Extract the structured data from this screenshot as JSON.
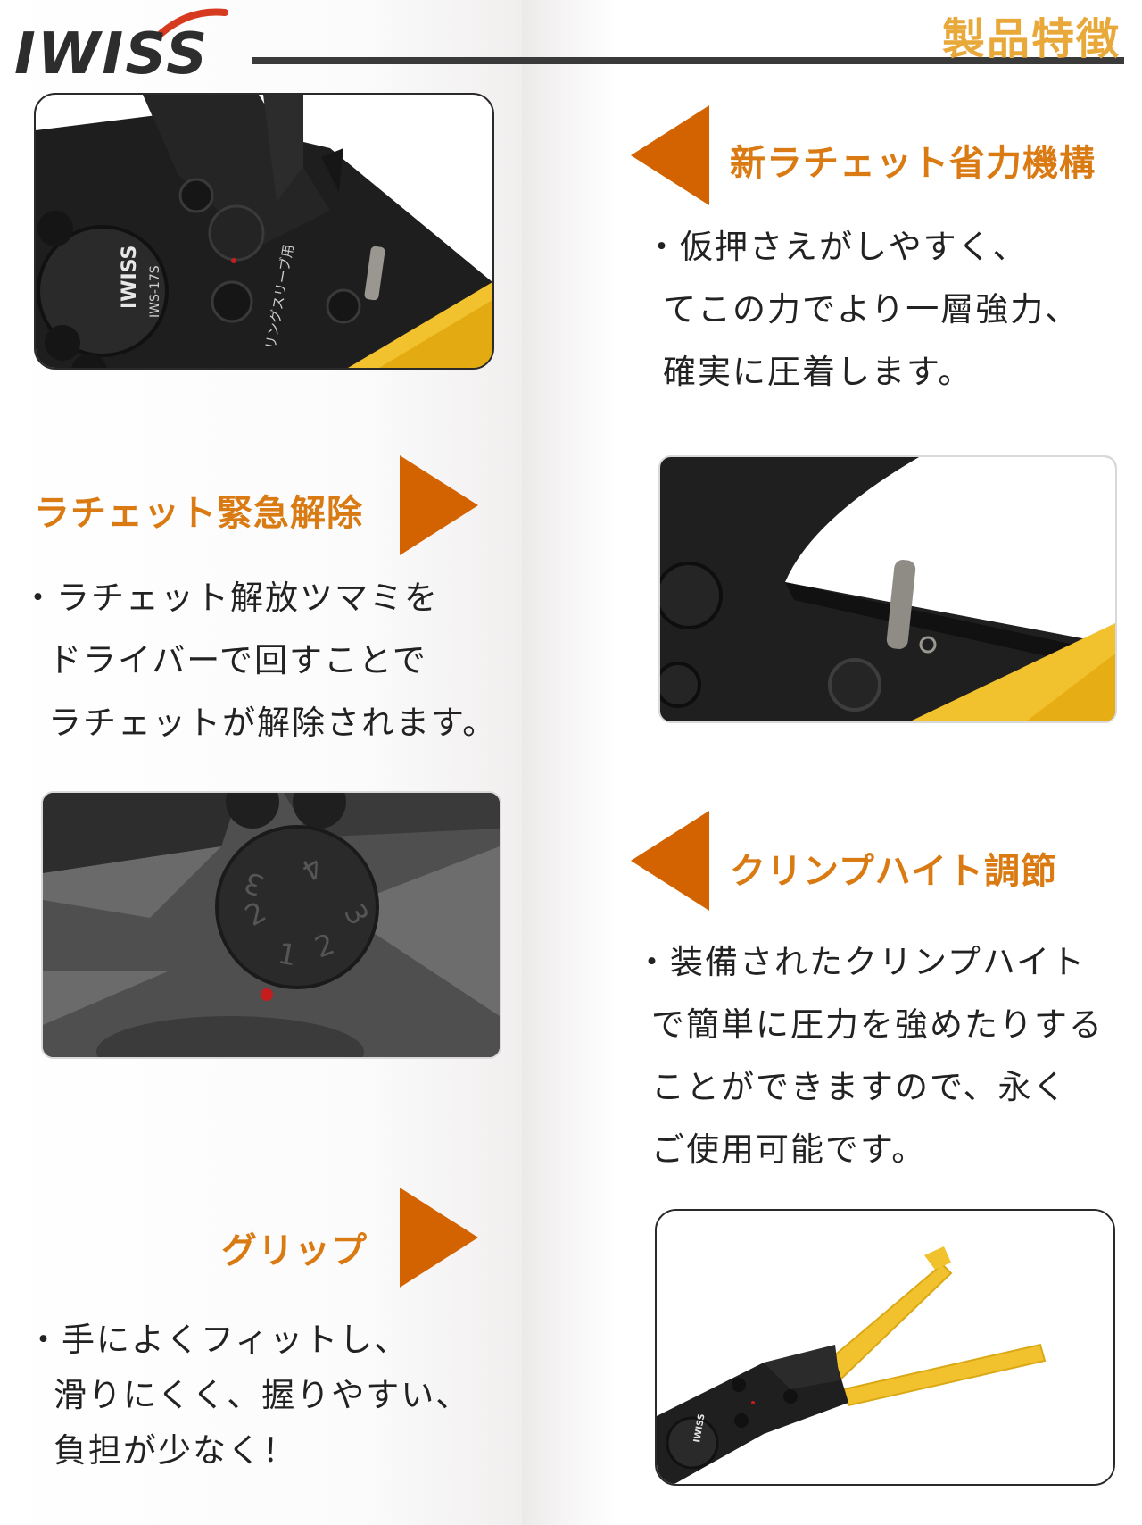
{
  "header": {
    "brand": "IWISS",
    "title": "製品特徴"
  },
  "features": [
    {
      "heading": "新ラチェット省力機構",
      "lines": [
        "・仮押さえがしやすく、",
        "てこの力でより一層強力、",
        "確実に圧着します。"
      ]
    },
    {
      "heading": "ラチェット緊急解除",
      "lines": [
        "・ラチェット解放ツマミを",
        "ドライバーで回すことで",
        "ラチェットが解除されます。"
      ]
    },
    {
      "heading": "クリンプハイト調節",
      "lines": [
        "・装備されたクリンプハイト",
        "で簡単に圧力を強めたりする",
        "ことができますので、永く",
        "ご使用可能です。"
      ]
    },
    {
      "heading": "グリップ",
      "lines": [
        "・手によくフィットし、",
        "滑りにくく、握りやすい、",
        "負担が少なく！"
      ]
    }
  ],
  "product_label": {
    "model": "IWS-17S",
    "jp_label": "リングスリーブ用",
    "dial_numbers": [
      "1",
      "2",
      "3",
      "2",
      "3",
      "4"
    ]
  },
  "colors": {
    "accent_orange": "#d26300",
    "heading_orange": "#d97a12",
    "title_gold": "#e8a93a",
    "handle_yellow": "#f2c12e"
  }
}
